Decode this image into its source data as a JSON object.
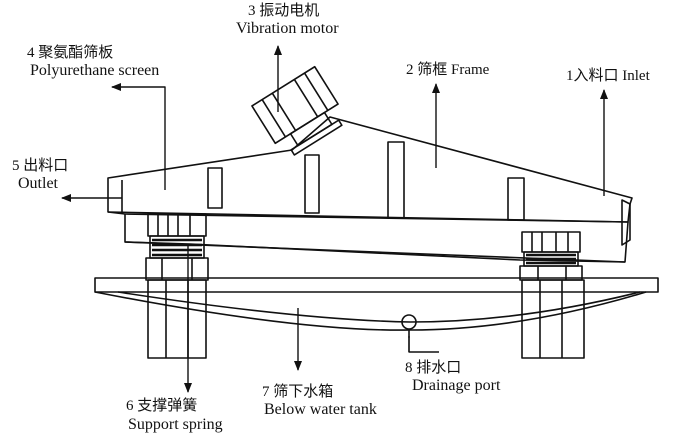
{
  "labels": {
    "vibration_motor": {
      "num": "3",
      "zh": "振动电机",
      "en": "Vibration motor"
    },
    "polyurethane_screen": {
      "num": "4",
      "zh": "聚氨酯筛板",
      "en": "Polyurethane screen"
    },
    "screen_frame": {
      "num": "2",
      "zh": "筛框",
      "en": "Frame"
    },
    "inlet": {
      "num": "1",
      "zh": "入料口",
      "en": "Inlet"
    },
    "outlet": {
      "num": "5",
      "zh": "出料口",
      "en": "Outlet"
    },
    "support_spring": {
      "num": "6",
      "zh": "支撑弹簧",
      "en": "Support spring"
    },
    "below_water_tank": {
      "num": "7",
      "zh": "筛下水箱",
      "en": "Below water tank"
    },
    "drainage_port": {
      "num": "8",
      "zh": "排水口",
      "en": "Drainage port"
    }
  },
  "colors": {
    "stroke": "#111111",
    "background": "#ffffff"
  }
}
